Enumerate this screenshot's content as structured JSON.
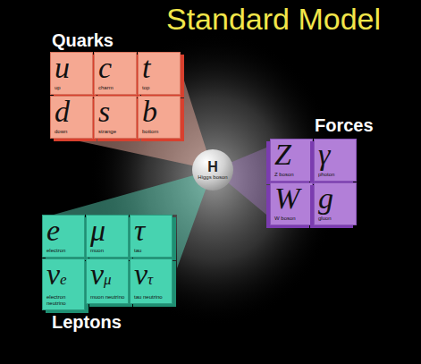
{
  "diagram": {
    "title": "Standard Model",
    "nodes": [
      {
        "text": [
          "u",
          "up"
        ]
      },
      {
        "text": [
          "c",
          "charm"
        ]
      },
      {
        "text": [
          "t",
          "top"
        ]
      },
      {
        "text": [
          "d",
          "down"
        ]
      },
      {
        "text": [
          "s",
          "strange"
        ]
      },
      {
        "text": [
          "b",
          "bottom"
        ]
      },
      {
        "text": [
          "H",
          "Higgs boson"
        ]
      },
      {
        "text": [
          "Z",
          "Z boson"
        ]
      },
      {
        "text": [
          "γ",
          "photon"
        ]
      },
      {
        "text": [
          "W",
          "W boson"
        ]
      },
      {
        "text": [
          "g",
          "gluon"
        ]
      },
      {
        "text": [
          "e",
          "electron"
        ]
      },
      {
        "text": [
          "μ",
          "muon"
        ]
      },
      {
        "text": [
          "τ",
          "tau"
        ]
      },
      {
        "text": [
          "νe",
          "electron neutrino"
        ]
      },
      {
        "text": [
          "νμ",
          "muon neutrino"
        ]
      },
      {
        "text": [
          "ντ",
          "tau neutrino"
        ]
      }
    ],
    "labels": [
      "Quarks",
      "Forces",
      "Leptons"
    ]
  }
}
